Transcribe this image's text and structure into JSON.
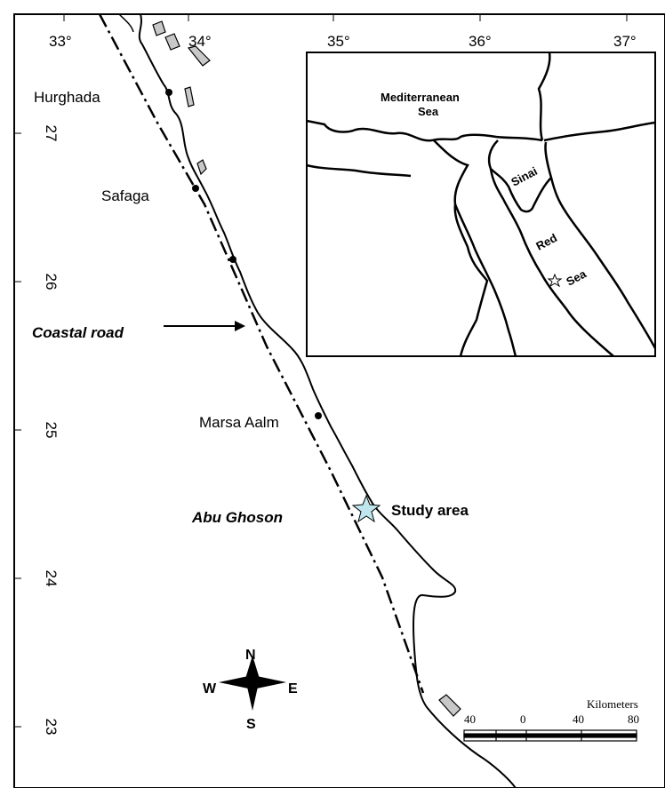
{
  "longitude_labels": [
    "33°",
    "34°",
    "35°",
    "36°",
    "37°"
  ],
  "latitude_labels": [
    "27",
    "26",
    "25",
    "24",
    "23"
  ],
  "places": {
    "hurghada": "Hurghada",
    "safaga": "Safaga",
    "marsa_aalm": "Marsa Aalm",
    "abu_ghoson": "Abu Ghoson",
    "coastal_road": "Coastal road",
    "study_area": "Study area"
  },
  "inset": {
    "mediterranean_line1": "Mediterranean",
    "mediterranean_line2": "Sea",
    "sinai": "Sinai",
    "red": "Red",
    "sea": "Sea"
  },
  "compass": {
    "n": "N",
    "s": "S",
    "e": "E",
    "w": "W"
  },
  "scale_bar": {
    "title": "Kilometers",
    "ticks": [
      "40",
      "0",
      "40",
      "80"
    ]
  },
  "colors": {
    "study_star": "#bfe6ef",
    "island_fill": "#c8c8c8",
    "line": "#000000"
  }
}
